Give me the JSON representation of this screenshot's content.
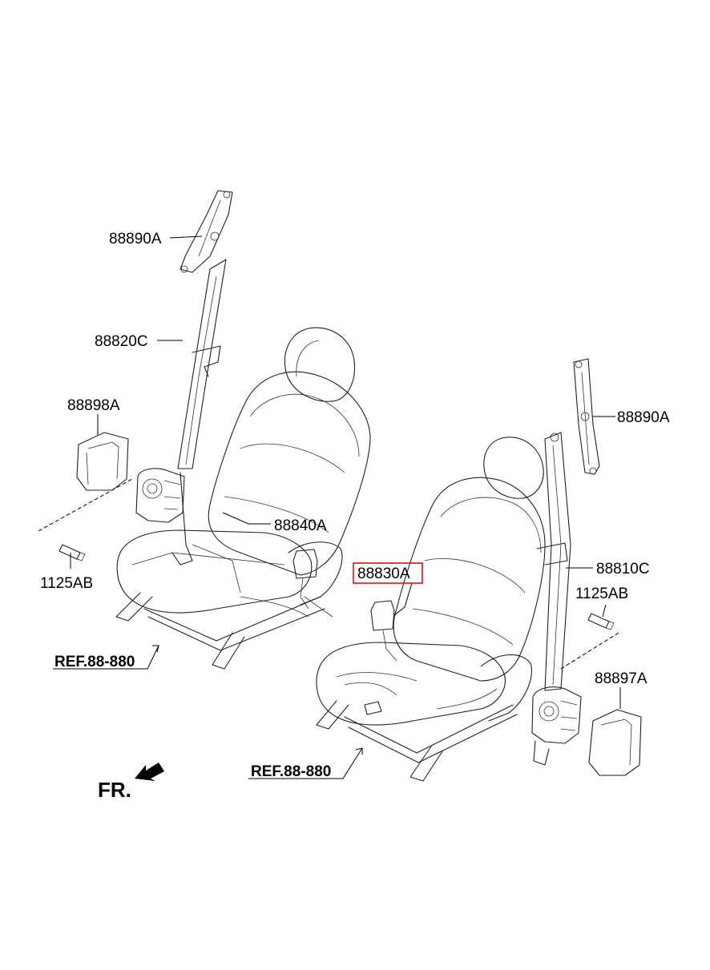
{
  "labels": {
    "l1": "88890A",
    "l2": "88820C",
    "l3": "88898A",
    "l4": "88840A",
    "l5": "1125AB",
    "l6": "REF.88-880",
    "l7": "88890A",
    "l8": "88830A",
    "l9": "88810C",
    "l10": "1125AB",
    "l11": "88897A",
    "l12": "REF.88-880",
    "fr": "FR."
  },
  "colors": {
    "highlight": "#e01010",
    "line": "#222222"
  }
}
